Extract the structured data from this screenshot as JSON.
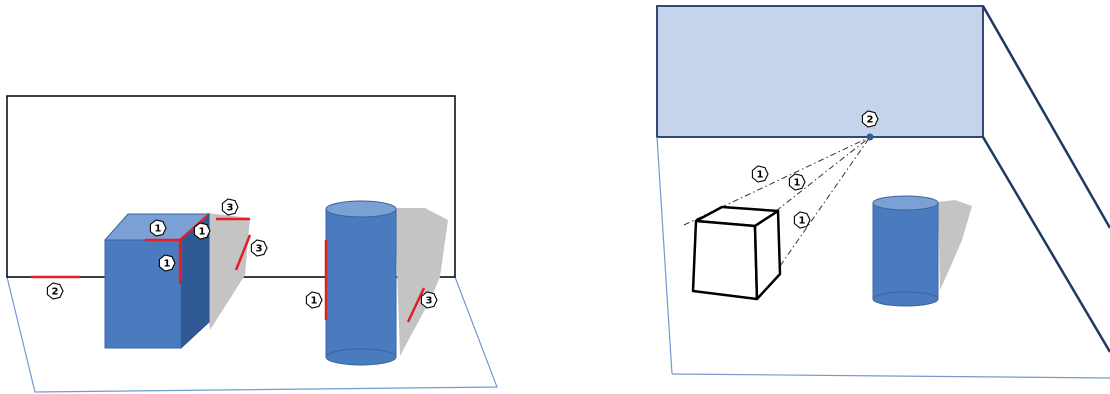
{
  "colors": {
    "wall_fill": "#c5d4ea",
    "wall_stroke": "#1f3864",
    "object_fill": "#4a7bbf",
    "object_top": "#7aa0d4",
    "object_side": "#2f5a96",
    "object_outline": "#3a64a0",
    "shadow": "#c4c4c4",
    "highlight_red": "#e41e26",
    "floor_line": "#6f9bd1",
    "cue_line": "#333333",
    "vanishing_point": "#2e5d9a"
  },
  "left_panel": {
    "markers": [
      {
        "id": "left-cube-top-edge",
        "label": "1"
      },
      {
        "id": "left-cube-right-edge",
        "label": "1"
      },
      {
        "id": "left-cube-vertical-edge",
        "label": "1"
      },
      {
        "id": "left-cylinder-edge",
        "label": "1"
      },
      {
        "id": "left-horizon",
        "label": "2"
      },
      {
        "id": "left-shadow-top",
        "label": "3"
      },
      {
        "id": "left-shadow-diagonal",
        "label": "3"
      },
      {
        "id": "left-cylinder-shadow",
        "label": "3"
      }
    ]
  },
  "right_panel": {
    "markers": [
      {
        "id": "right-vanishing-point",
        "label": "2"
      },
      {
        "id": "right-converging-line-a",
        "label": "1"
      },
      {
        "id": "right-converging-line-b",
        "label": "1"
      },
      {
        "id": "right-converging-line-c",
        "label": "1"
      }
    ]
  }
}
